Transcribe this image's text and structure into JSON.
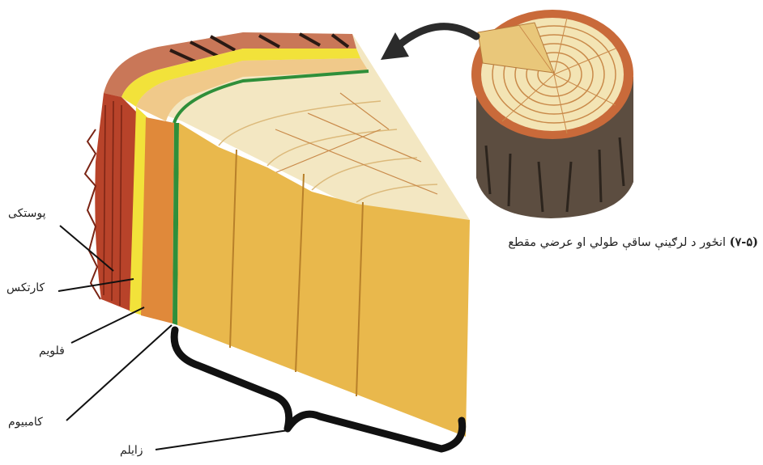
{
  "labels": {
    "epidermis": "پوستکی",
    "cortex": "کارتکس",
    "phloem": "فلویم",
    "cambium": "کامبیوم",
    "xylem": "زایلم"
  },
  "caption": {
    "figure_number": "(۷-۵)",
    "text": "انځور د لرګینې ساقې طولي او عرضي مقطع"
  },
  "colors": {
    "bark": "#b8432a",
    "cortex_yellow": "#f2e23a",
    "phloem_orange": "#e0893a",
    "cambium_green": "#2f8f3a",
    "wood": "#e9b84c",
    "stump_bark": "#5a4a3e",
    "arrow": "#2b2b2b"
  }
}
